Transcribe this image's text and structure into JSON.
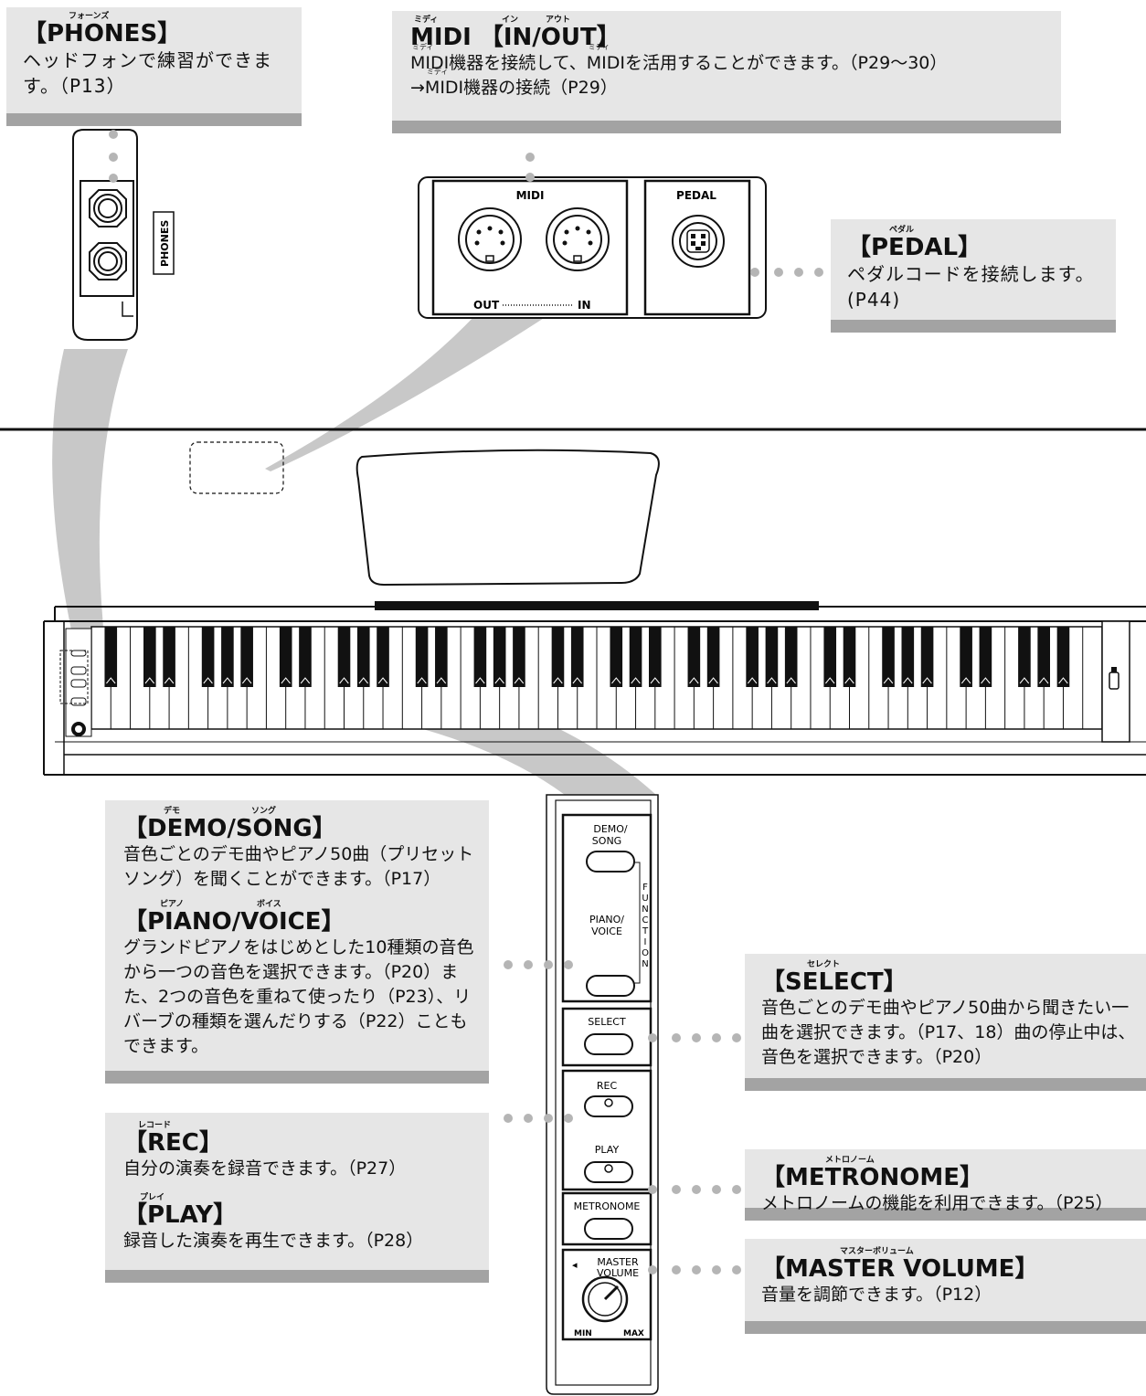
{
  "callouts": {
    "phones": {
      "ruby": "フォーンズ",
      "title": "【PHONES】",
      "desc": "ヘッドフォンで練習ができます。（P13）"
    },
    "midi": {
      "ruby_midi": "ミディ",
      "ruby_in": "イン",
      "ruby_out": "アウト",
      "title": "MIDI 【IN/OUT】",
      "desc1_pre": "MIDI",
      "desc1_mid": "機器を接続して、",
      "desc1_midi2": "MIDI",
      "desc1_post": "を活用することができます。（P29〜30）",
      "desc2_pre": "→",
      "desc2_midi": "MIDI",
      "desc2_post": "機器の接続（P29）",
      "ruby_small": "ミディ"
    },
    "pedal": {
      "ruby": "ペダル",
      "title": "【PEDAL】",
      "desc1": "ペダルコードを接続します。",
      "desc2": "(P44)"
    },
    "demo_song": {
      "ruby_demo": "デモ",
      "ruby_song": "ソング",
      "title": "【DEMO/SONG】",
      "desc": "音色ごとのデモ曲やピアノ50曲（プリセットソング）を聞くことができます。（P17）"
    },
    "piano_voice": {
      "ruby_piano": "ピアノ",
      "ruby_voice": "ボイス",
      "title": "【PIANO/VOICE】",
      "desc": "グランドピアノをはじめとした10種類の音色から一つの音色を選択できます。（P20）また、2つの音色を重ねて使ったり（P23）、リバーブの種類を選んだりする（P22）こともできます。"
    },
    "select": {
      "ruby": "セレクト",
      "title": "【SELECT】",
      "desc": "音色ごとのデモ曲やピアノ50曲から聞きたい一曲を選択できます。（P17、18）曲の停止中は、音色を選択できます。（P20）"
    },
    "rec": {
      "ruby": "レコード",
      "title": "【REC】",
      "desc": "自分の演奏を録音できます。（P27）"
    },
    "play": {
      "ruby": "プレイ",
      "title": "【PLAY】",
      "desc": "録音した演奏を再生できます。（P28）"
    },
    "metronome": {
      "ruby": "メトロノーム",
      "title": "【METRONOME】",
      "desc": "メトロノームの機能を利用できます。（P25）"
    },
    "master_volume": {
      "ruby": "マスターボリューム",
      "title": "【MASTER VOLUME】",
      "desc": "音量を調節できます。（P12）"
    }
  },
  "panel": {
    "phones_label": "PHONES",
    "midi_label": "MIDI",
    "pedal_label": "PEDAL",
    "out_label": "OUT",
    "in_label": "IN",
    "demo_song_btn": [
      "DEMO/",
      "SONG"
    ],
    "piano_voice_btn": [
      "PIANO/",
      "VOICE"
    ],
    "function_label": "FUNCTION",
    "select_btn": "SELECT",
    "rec_btn": "REC",
    "play_btn": "PLAY",
    "metronome_btn": "METRONOME",
    "master_volume_label": [
      "MASTER",
      "VOLUME"
    ],
    "min_label": "MIN",
    "max_label": "MAX"
  },
  "colors": {
    "callout_bg": "#e6e6e6",
    "callout_bar": "#a3a3a3",
    "dot": "#b5b5b5",
    "beam": "#c8c8c8"
  }
}
